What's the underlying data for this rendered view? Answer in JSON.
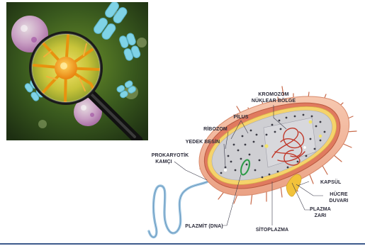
{
  "labels": {
    "chromosome_line1": "KROMOZOM",
    "chromosome_line2": "NÜKLEAR BÖLGE",
    "pilus": "PİLUS",
    "ribosome": "RİBOZOM",
    "storage_line1": "YEDEK BESİN",
    "flagellum_line1": "PROKARYOTİK",
    "flagellum_line2": "KAMÇI",
    "capsule": "KAPSÜL",
    "cellwall_line1": "HÜCRE",
    "cellwall_line2": "DUVARI",
    "membrane_line1": "PLAZMA",
    "membrane_line2": "ZARI",
    "plasmid": "PLAZMİT (DNA)",
    "cytoplasm": "SİTOPLAZMA"
  },
  "colors": {
    "capsule": "#f2b69c",
    "cell_wall": "#e07a5f",
    "membrane": "#f5d36b",
    "cytoplasm": "#cfcfd3",
    "dna": "#c0392b",
    "plasmid": "#3fae5a",
    "flagellum": "#9ec5e0",
    "photo_bg": "#2d4a1c",
    "neuron": "#f2a41c",
    "bottom_rule": "#3d5a8c"
  },
  "icons": {
    "photo": "magnifying-glass-over-cells",
    "diagram": "bacteria-cell-cross-section"
  }
}
